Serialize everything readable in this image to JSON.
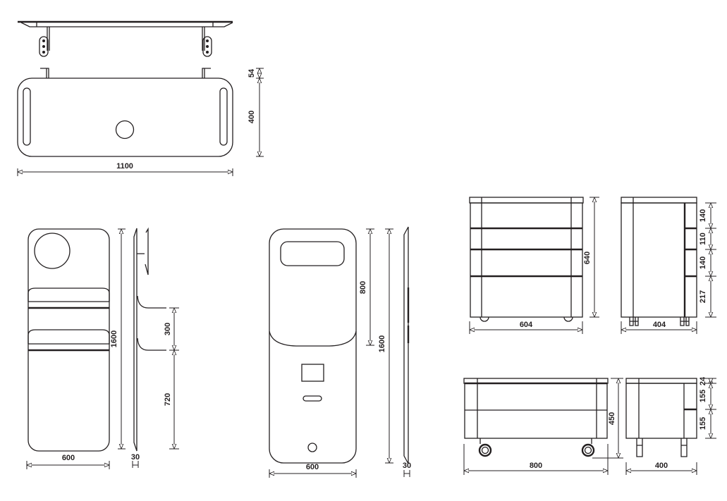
{
  "wall_shelf": {
    "width_label": "1100",
    "bracket_height_label": "54",
    "depth_label": "400"
  },
  "mirror_panel": {
    "height_label": "1600",
    "width_label": "600",
    "thickness_label": "30",
    "shelf_spacing_label": "300",
    "shelf_from_bottom_label": "720"
  },
  "radiator_panel": {
    "upper_section_label": "800",
    "height_label": "1600",
    "width_label": "600",
    "thickness_label": "30"
  },
  "drawer_unit_tall": {
    "width_label": "604",
    "height_label": "640",
    "depth_label": "404",
    "drawer_heights": [
      "140",
      "110",
      "140",
      "217"
    ]
  },
  "drawer_unit_low": {
    "width_label": "800",
    "height_label": "450",
    "depth_label": "400",
    "section_heights": [
      "24",
      "155",
      "155"
    ]
  }
}
